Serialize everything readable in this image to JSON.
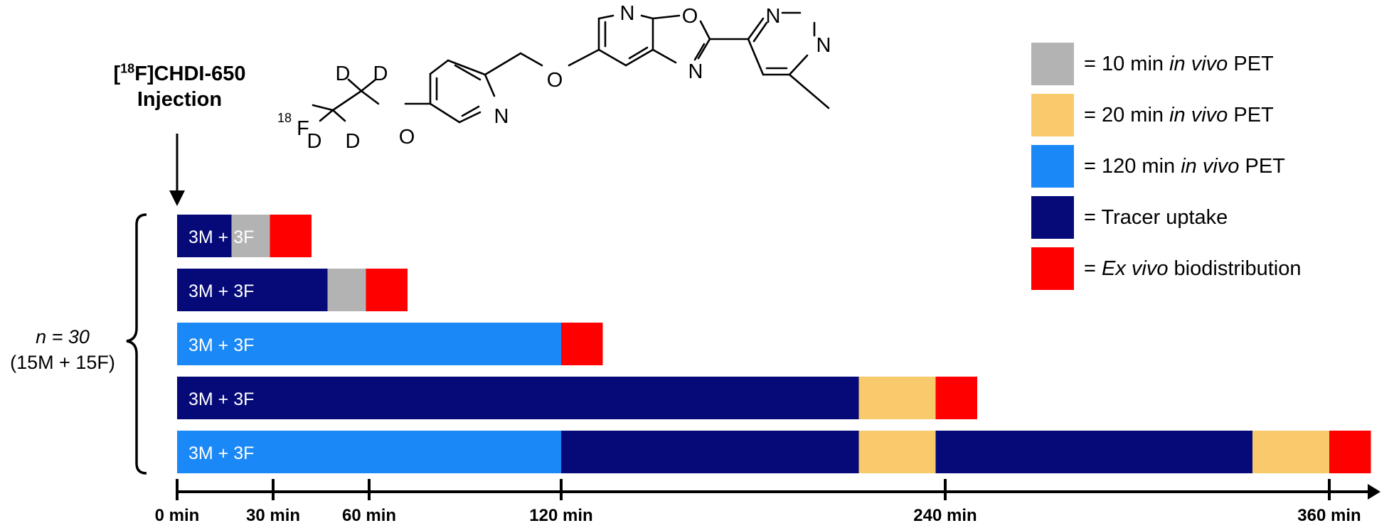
{
  "injection": {
    "pre": "[",
    "sup": "18",
    "post": "F]CHDI-650",
    "line2": "Injection"
  },
  "cohort": {
    "n_label": "n = 30",
    "breakdown": "(15M + 15F)"
  },
  "rows": [
    {
      "label": "3M + 3F",
      "segments": [
        {
          "type": "uptake",
          "start": 0,
          "end": 17
        },
        {
          "type": "pet10",
          "start": 17,
          "end": 29
        },
        {
          "type": "exvivo",
          "start": 29,
          "end": 42
        }
      ]
    },
    {
      "label": "3M + 3F",
      "segments": [
        {
          "type": "uptake",
          "start": 0,
          "end": 47
        },
        {
          "type": "pet10",
          "start": 47,
          "end": 59
        },
        {
          "type": "exvivo",
          "start": 59,
          "end": 72
        }
      ]
    },
    {
      "label": "3M + 3F",
      "segments": [
        {
          "type": "pet120",
          "start": 0,
          "end": 120
        },
        {
          "type": "exvivo",
          "start": 120,
          "end": 133
        }
      ]
    },
    {
      "label": "3M + 3F",
      "segments": [
        {
          "type": "uptake",
          "start": 0,
          "end": 213
        },
        {
          "type": "pet20",
          "start": 213,
          "end": 237
        },
        {
          "type": "exvivo",
          "start": 237,
          "end": 250
        }
      ]
    },
    {
      "label": "3M + 3F",
      "segments": [
        {
          "type": "pet120",
          "start": 0,
          "end": 120
        },
        {
          "type": "uptake",
          "start": 120,
          "end": 213
        },
        {
          "type": "pet20",
          "start": 213,
          "end": 237
        },
        {
          "type": "uptake",
          "start": 237,
          "end": 336
        },
        {
          "type": "pet20",
          "start": 336,
          "end": 360
        },
        {
          "type": "exvivo",
          "start": 360,
          "end": 373
        }
      ]
    }
  ],
  "axis": {
    "ticks": [
      {
        "value": 0,
        "label": "0 min"
      },
      {
        "value": 30,
        "label": "30 min"
      },
      {
        "value": 60,
        "label": "60 min"
      },
      {
        "value": 120,
        "label": "120 min"
      },
      {
        "value": 240,
        "label": "240 min"
      },
      {
        "value": 360,
        "label": "360 min"
      }
    ]
  },
  "legend": [
    {
      "type": "pet10",
      "color": "#b3b3b3",
      "pre": "= 10 min ",
      "ital": "in vivo",
      "post": " PET"
    },
    {
      "type": "pet20",
      "color": "#f9ca6c",
      "pre": "= 20 min ",
      "ital": "in vivo",
      "post": " PET"
    },
    {
      "type": "pet120",
      "color": "#1a88f7",
      "pre": "= 120 min ",
      "ital": "in vivo",
      "post": " PET"
    },
    {
      "type": "uptake",
      "color": "#050a78",
      "pre": "= Tracer uptake",
      "ital": "",
      "post": ""
    },
    {
      "type": "exvivo",
      "color": "#ff0000",
      "pre": "= ",
      "ital": "Ex vivo",
      "post": " biodistribution"
    }
  ],
  "molecule": {
    "atoms": [
      {
        "id": "n_top",
        "label": "N"
      },
      {
        "id": "o_ring",
        "label": "O"
      },
      {
        "id": "n_ring",
        "label": "N"
      },
      {
        "id": "o_link",
        "label": "O"
      },
      {
        "id": "n_pyr1",
        "label": "N"
      },
      {
        "id": "n_pyr2",
        "label": "N"
      },
      {
        "id": "n_pyd",
        "label": "N"
      },
      {
        "id": "o_ether",
        "label": "O"
      },
      {
        "id": "d1",
        "label": "D"
      },
      {
        "id": "d2",
        "label": "D"
      },
      {
        "id": "d3",
        "label": "D"
      },
      {
        "id": "d4",
        "label": "D"
      },
      {
        "id": "fluor_iso",
        "label": "18"
      },
      {
        "id": "fluor",
        "label": "F"
      }
    ]
  }
}
